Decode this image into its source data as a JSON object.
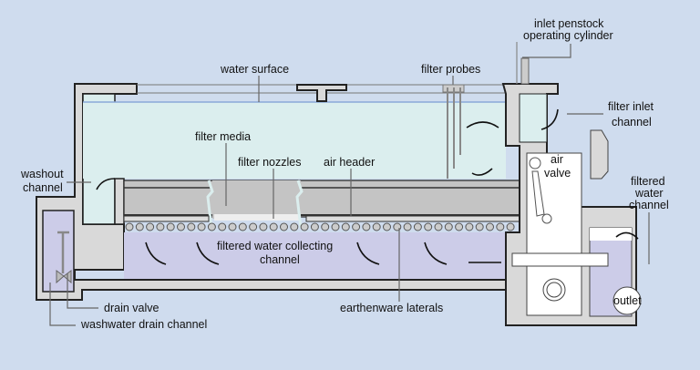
{
  "title": "Rapid gravity filter cross-section",
  "colors": {
    "background": "#cfdcee",
    "water": "#dbeeee",
    "filtered_water": "#cccce8",
    "wall": "#d9d9d9",
    "media": "#c4c4c4",
    "outline": "#222222"
  },
  "labels": {
    "water_surface": "water surface",
    "filter_probes": "filter probes",
    "inlet_penstock_line1": "inlet penstock",
    "inlet_penstock_line2": "operating cylinder",
    "filter_inlet_line1": "filter inlet",
    "filter_inlet_line2": "channel",
    "filter_media": "filter media",
    "filter_nozzles": "filter nozzles",
    "air_header": "air header",
    "air_valve_line1": "air",
    "air_valve_line2": "valve",
    "washout_line1": "washout",
    "washout_line2": "channel",
    "filtered_water_line1": "filtered",
    "filtered_water_line2": "water",
    "filtered_water_line3": "channel",
    "collecting_line1": "filtered water collecting",
    "collecting_line2": "channel",
    "drain_valve": "drain valve",
    "washwater_drain": "washwater drain channel",
    "earthenware_laterals": "earthenware laterals",
    "outlet": "outlet"
  }
}
